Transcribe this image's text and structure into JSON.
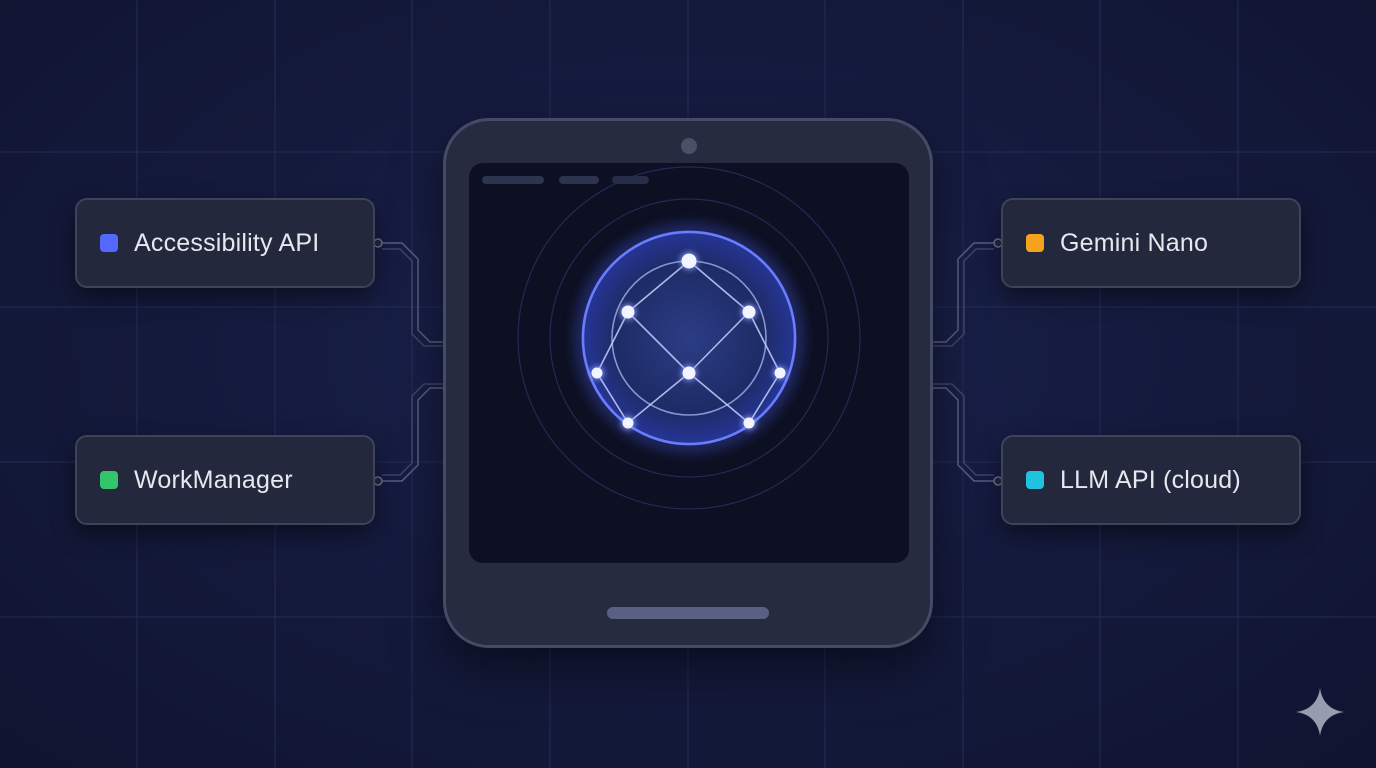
{
  "cards": {
    "accessibility": {
      "label": "Accessibility API",
      "color": "#5468ff"
    },
    "workmanager": {
      "label": "WorkManager",
      "color": "#34c46a"
    },
    "gemini": {
      "label": "Gemini Nano",
      "color": "#f5a21e"
    },
    "llm": {
      "label": "LLM API (cloud)",
      "color": "#1fc3e0"
    }
  },
  "colors": {
    "background": "#151b3e",
    "device_body": "#272b3f",
    "screen": "#0d1022",
    "network_glow": "#5468ff",
    "node": "#f2f5ff"
  },
  "icons": {
    "corner": "sparkle-icon",
    "center": "neural-network-icon"
  }
}
